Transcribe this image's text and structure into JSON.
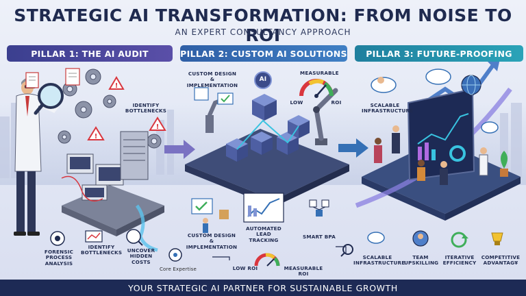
{
  "header": {
    "title": "STRATEGIC AI TRANSFORMATION: FROM NOISE TO ROI",
    "subtitle": "AN EXPERT CONSULTANCY APPROACH"
  },
  "pillars": [
    {
      "label": "PILLAR 1: THE AI AUDIT"
    },
    {
      "label": "PILLAR 2: CUSTOM AI SOLUTIONS"
    },
    {
      "label": "PILLAR 3: FUTURE-PROOFING"
    }
  ],
  "pillar1": {
    "identify_top": "IDENTIFY BOTTLENECKS",
    "forensic": "FORENSIC PROCESS ANALYSIS",
    "identify_bottom": "IDENTIFY BOTTLENECKS",
    "uncover": "UNCOVER HIDDEN COSTS",
    "core_expertise": "Core Expertise"
  },
  "pillar2": {
    "custom_design_top": "CUSTOM DESIGN & IMPLEMENTATION",
    "measurable": "MEASURABLE",
    "low": "LOW",
    "roi": "ROI",
    "ai_badge": "AI",
    "custom_design_bottom": "CUSTOM DESIGN & IMPLEMENTATION",
    "automated": "AUTOMATED LEAD TRACKING",
    "smart_bpa": "SMART BPA",
    "low_roi": "LOW ROI",
    "measurable_roi": "MEASURABLE ROI"
  },
  "pillar3": {
    "scalable_top": "SCALABLE INFRASTRUCTURE",
    "scalable_bottom": "SCALABLE INFRASTRUCTURE",
    "team": "TEAM UPSKILLING",
    "iterative": "ITERATIVE EFFICIENCY",
    "competitive": "COMPETITIVE ADVANTAG¥"
  },
  "footer": {
    "text": "YOUR STRATEGIC AI PARTNER FOR SUSTAINABLE GROWTH"
  },
  "colors": {
    "navy": "#1f2a4f",
    "pillar1": "#4a469c",
    "pillar2": "#3570b5",
    "pillar3": "#2494ad",
    "alert": "#d9363e",
    "accent_cyan": "#39c3e0"
  }
}
